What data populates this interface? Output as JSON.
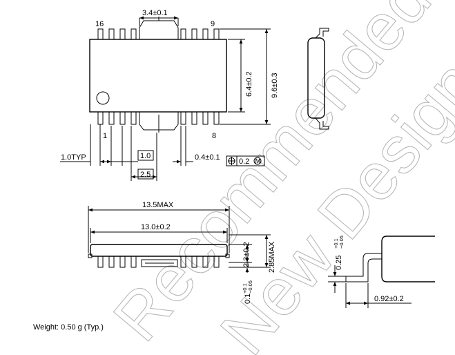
{
  "dimensions": {
    "top_width": "3.4±0.1",
    "pin_16": "16",
    "pin_9": "9",
    "pin_1": "1",
    "pin_8": "8",
    "body_width": "6.4±0.2",
    "overall_width": "9.6±0.3",
    "pitch_typ": "1.0TYP",
    "box_pitch": "1.0",
    "box_span": "2.5",
    "lead_width": "0.4±0.1",
    "tolerance": "0.2",
    "tolerance_mark": "M",
    "length_max": "13.5MAX",
    "length": "13.0±0.2",
    "height_body": "2.3±0.2",
    "height_max": "2.85MAX",
    "standoff_base": "0.1",
    "standoff_plus": "+0.1",
    "standoff_minus": "−0.05",
    "lead_thk_base": "0.25",
    "lead_thk_plus": "+0.1",
    "lead_thk_minus": "−0.05",
    "lead_length": "0.92±0.2"
  },
  "watermark": [
    "Recommended",
    "New Design"
  ],
  "weight_note": "Weight: 0.50 g (Typ.)"
}
